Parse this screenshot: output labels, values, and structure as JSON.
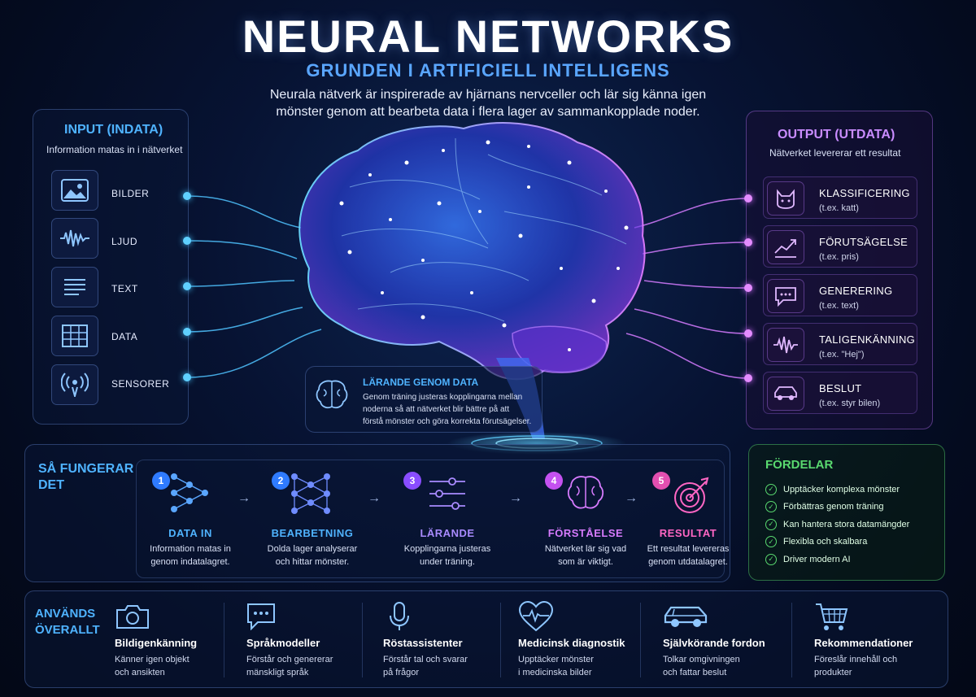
{
  "header": {
    "title": "NEURAL NETWORKS",
    "subtitle": "GRUNDEN I ARTIFICIELL INTELLIGENS",
    "intro_line1": "Neurala nätverk är inspirerade av hjärnans nervceller och lär sig känna igen",
    "intro_line2": "mönster genom att bearbeta data i flera lager av sammankopplade noder."
  },
  "input_panel": {
    "title": "INPUT (INDATA)",
    "subtitle": "Information matas in i nätverket",
    "items": [
      {
        "label": "BILDER",
        "icon": "image-icon"
      },
      {
        "label": "LJUD",
        "icon": "audio-wave-icon"
      },
      {
        "label": "TEXT",
        "icon": "text-lines-icon"
      },
      {
        "label": "DATA",
        "icon": "data-grid-icon"
      },
      {
        "label": "SENSORER",
        "icon": "sensor-icon"
      }
    ]
  },
  "output_panel": {
    "title": "OUTPUT (UTDATA)",
    "subtitle": "Nätverket levererar ett resultat",
    "items": [
      {
        "name": "KLASSIFICERING",
        "example": "(t.ex. katt)",
        "icon": "cat-icon"
      },
      {
        "name": "FÖRUTSÄGELSE",
        "example": "(t.ex. pris)",
        "icon": "trend-chart-icon"
      },
      {
        "name": "GENERERING",
        "example": "(t.ex. text)",
        "icon": "chat-bubble-icon"
      },
      {
        "name": "TALIGENKÄNNING",
        "example": "(t.ex. \"Hej\")",
        "icon": "voice-wave-icon"
      },
      {
        "name": "BESLUT",
        "example": "(t.ex. styr bilen)",
        "icon": "car-icon"
      }
    ]
  },
  "learning_box": {
    "title": "LÄRANDE GENOM DATA",
    "line1": "Genom träning justeras kopplingarna mellan",
    "line2": "noderna så att nätverket blir bättre på att",
    "line3": "förstå mönster och göra korrekta förutsägelser."
  },
  "how_it_works": {
    "title_line1": "SÅ FUNGERAR",
    "title_line2": "DET",
    "steps": [
      {
        "num": "1",
        "title": "DATA IN",
        "desc1": "Information matas in",
        "desc2": "genom indatalagret.",
        "color": "#2f7bff"
      },
      {
        "num": "2",
        "title": "BEARBETNING",
        "desc1": "Dolda lager analyserar",
        "desc2": "och hittar mönster.",
        "color": "#2f7bff"
      },
      {
        "num": "3",
        "title": "LÄRANDE",
        "desc1": "Kopplingarna justeras",
        "desc2": "under träning.",
        "color": "#8a4dff"
      },
      {
        "num": "4",
        "title": "FÖRSTÅELSE",
        "desc1": "Nätverket lär sig vad",
        "desc2": "som är viktigt.",
        "color": "#c451f0"
      },
      {
        "num": "5",
        "title": "RESULTAT",
        "desc1": "Ett resultat levereras",
        "desc2": "genom utdatalagret.",
        "color": "#e24fb0"
      }
    ]
  },
  "benefits": {
    "title": "FÖRDELAR",
    "items": [
      "Upptäcker komplexa mönster",
      "Förbättras genom träning",
      "Kan hantera stora datamängder",
      "Flexibla och skalbara",
      "Driver modern AI"
    ]
  },
  "uses": {
    "title_line1": "ANVÄNDS",
    "title_line2": "ÖVERALLT",
    "items": [
      {
        "title": "Bildigenkänning",
        "desc1": "Känner igen objekt",
        "desc2": "och ansikten",
        "icon": "camera-icon"
      },
      {
        "title": "Språkmodeller",
        "desc1": "Förstår och genererar",
        "desc2": "mänskligt språk",
        "icon": "chat-icon"
      },
      {
        "title": "Röstassistenter",
        "desc1": "Förstår tal och svarar",
        "desc2": "på frågor",
        "icon": "microphone-icon"
      },
      {
        "title": "Medicinsk diagnostik",
        "desc1": "Upptäcker mönster",
        "desc2": "i medicinska bilder",
        "icon": "heart-pulse-icon"
      },
      {
        "title": "Självkörande fordon",
        "desc1": "Tolkar omgivningen",
        "desc2": "och fattar beslut",
        "icon": "car-icon"
      },
      {
        "title": "Rekommendationer",
        "desc1": "Föreslår innehåll och",
        "desc2": "produkter",
        "icon": "shopping-cart-icon"
      }
    ]
  },
  "colors": {
    "accent_blue": "#4fb3ff",
    "accent_purple": "#c98cff",
    "accent_green": "#59d96f"
  }
}
